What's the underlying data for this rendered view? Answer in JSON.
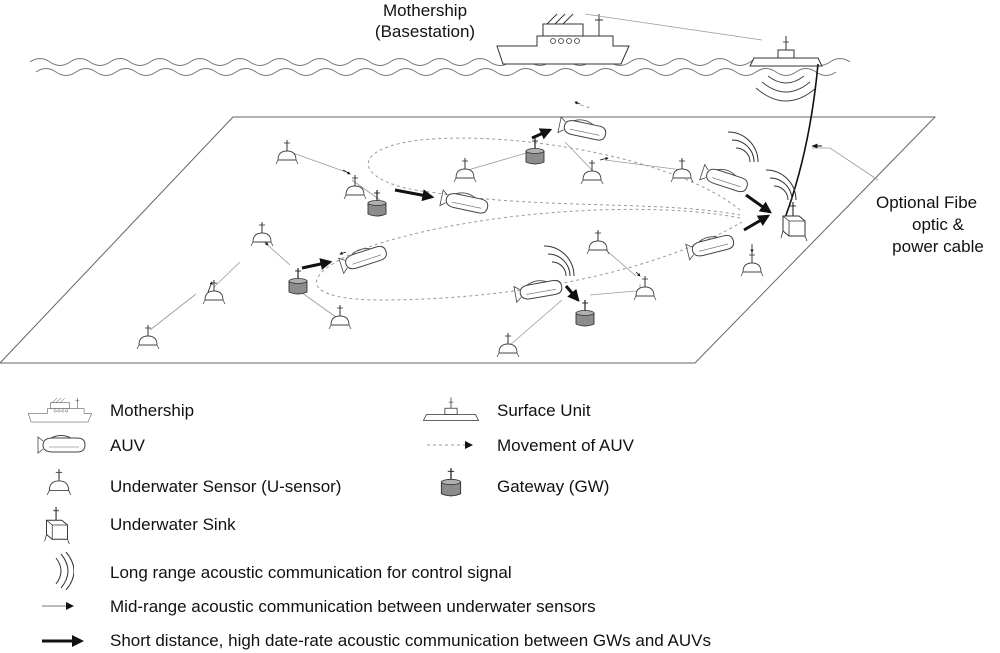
{
  "labels": {
    "mothership_line1": "Mothership",
    "mothership_line2": "(Basestation)",
    "fiber_line1": "Optional Fibe",
    "fiber_line2": "optic &",
    "fiber_line3": "power cable"
  },
  "legend": {
    "mothership": "Mothership",
    "surface_unit": "Surface Unit",
    "auv": "AUV",
    "movement": "Movement of AUV",
    "u_sensor": "Underwater Sensor (U-sensor)",
    "gateway": "Gateway (GW)",
    "sink": "Underwater Sink",
    "long_range": "Long range acoustic communication for control signal",
    "mid_range": "Mid-range acoustic communication between underwater sensors",
    "short_range": "Short distance, high date-rate acoustic communication between GWs and AUVs"
  },
  "colors": {
    "line": "#222222",
    "gateway_fill": "#8c8c8c",
    "path": "#9a9a9a"
  }
}
